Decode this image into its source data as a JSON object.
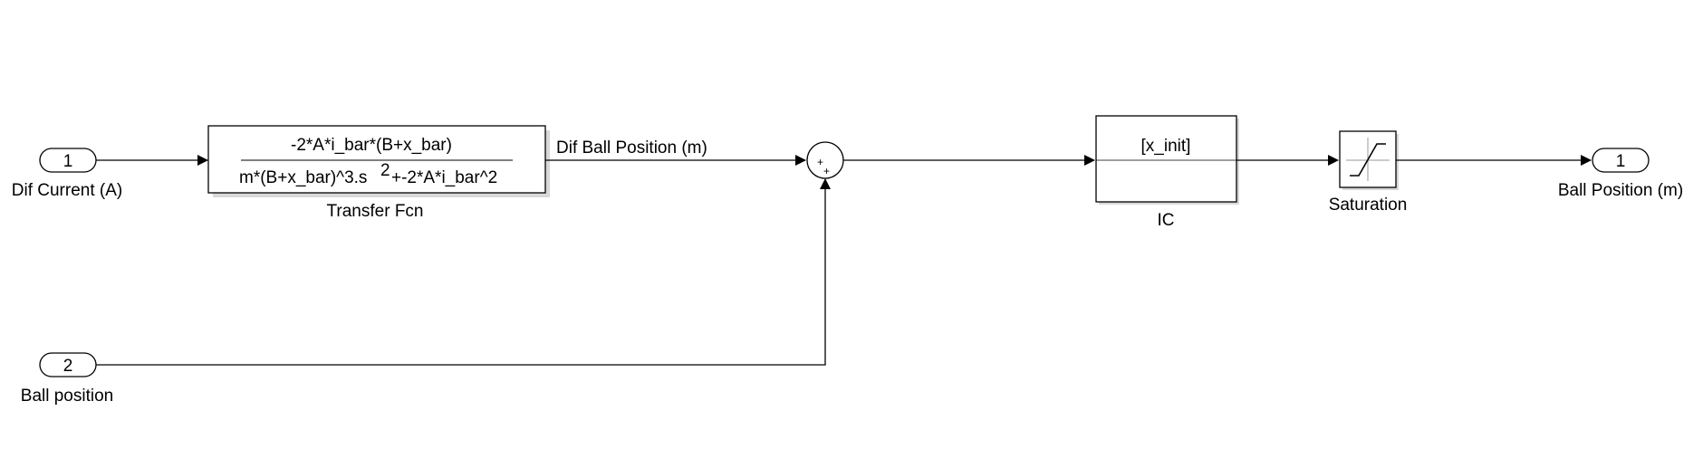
{
  "ports": {
    "in1": {
      "number": "1",
      "label": "Dif Current (A)"
    },
    "in2": {
      "number": "2",
      "label": "Ball position"
    },
    "out1": {
      "number": "1",
      "label": "Ball Position (m)"
    }
  },
  "transfer_fcn": {
    "numerator": "-2*A*i_bar*(B+x_bar)",
    "denominator_left": "m*(B+x_bar)^3.s",
    "denominator_exp": "2",
    "denominator_right": "+-2*A*i_bar^2",
    "label": "Transfer Fcn"
  },
  "signal_label": "Dif Ball Position (m)",
  "sum": {
    "top_sign": "+",
    "bottom_sign": "+"
  },
  "ic": {
    "value": "[x_init]",
    "label": "IC"
  },
  "saturation": {
    "label": "Saturation"
  },
  "colors": {
    "line": "#000000",
    "block_fill": "#ffffff",
    "background": "#ffffff"
  }
}
